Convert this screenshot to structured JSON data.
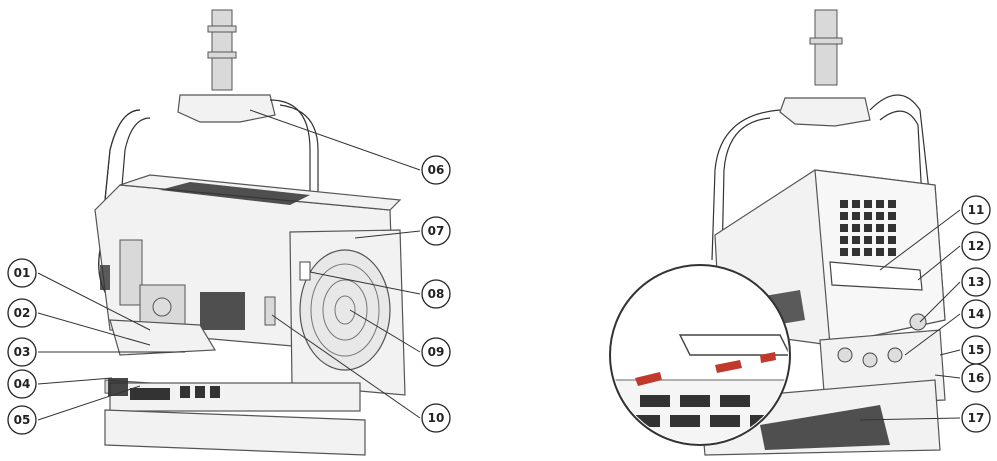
{
  "colors": {
    "line": "#333333",
    "accent": "#c0392b",
    "body": "#f2f2f2"
  },
  "callouts": {
    "c01": "01",
    "c02": "02",
    "c03": "03",
    "c04": "04",
    "c05": "05",
    "c06": "06",
    "c07": "07",
    "c08": "08",
    "c09": "09",
    "c10": "10",
    "c11": "11",
    "c12": "12",
    "c13": "13",
    "c14": "14",
    "c15": "15",
    "c16": "16",
    "c17": "17"
  }
}
